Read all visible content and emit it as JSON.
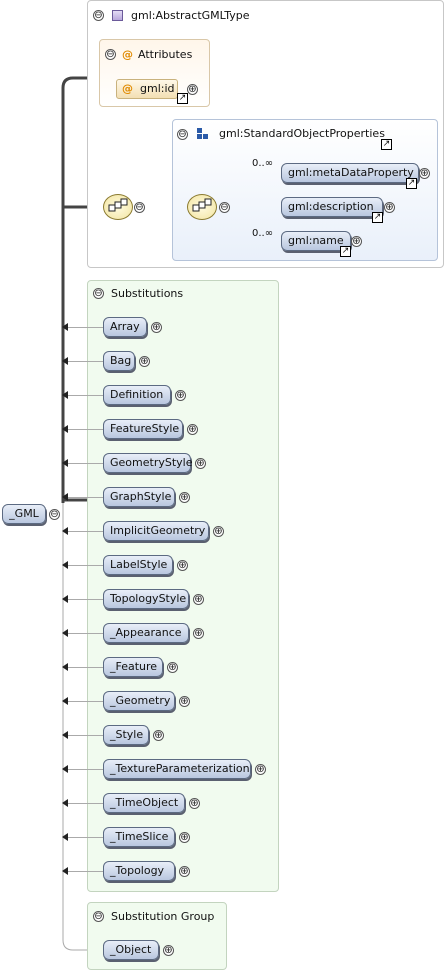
{
  "root": {
    "label": "_GML"
  },
  "base_type": {
    "label": "gml:AbstractGMLType"
  },
  "attributes": {
    "header": "Attributes",
    "items": [
      {
        "label": "gml:id"
      }
    ]
  },
  "group": {
    "label": "gml:StandardObjectProperties",
    "elements": [
      {
        "label": "gml:metaDataProperty",
        "occ": "0..∞"
      },
      {
        "label": "gml:description",
        "occ": ""
      },
      {
        "label": "gml:name",
        "occ": "0..∞"
      }
    ]
  },
  "substitutions": {
    "header": "Substitutions",
    "items": [
      "Array",
      "Bag",
      "Definition",
      "FeatureStyle",
      "GeometryStyle",
      "GraphStyle",
      "ImplicitGeometry",
      "LabelStyle",
      "TopologyStyle",
      "_Appearance",
      "_Feature",
      "_Geometry",
      "_Style",
      "_TextureParameterization",
      "_TimeObject",
      "_TimeSlice",
      "_Topology"
    ]
  },
  "substitution_group": {
    "header": "Substitution Group",
    "items": [
      "_Object"
    ]
  },
  "symbols": {
    "collapse": "⊖",
    "expand": "⊕",
    "attribute_at": "@",
    "link": "↗"
  }
}
